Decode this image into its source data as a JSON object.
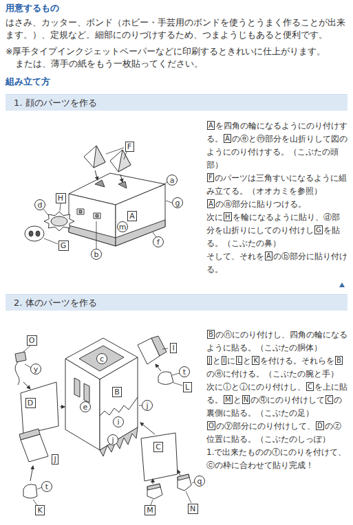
{
  "diagram": {
    "nodes": [
      {
        "text": [
          "1. 顔のパーツを作る"
        ]
      },
      {
        "text": [
          "F"
        ]
      },
      {
        "text": [
          "a"
        ]
      },
      {
        "text": [
          "H"
        ]
      },
      {
        "text": [
          "g"
        ]
      },
      {
        "text": [
          "d"
        ]
      },
      {
        "text": [
          "A"
        ]
      },
      {
        "text": [
          "m"
        ]
      },
      {
        "text": [
          "f"
        ]
      },
      {
        "text": [
          "b"
        ]
      },
      {
        "text": [
          "G"
        ]
      },
      {
        "text": [
          "2. 体のパーツを作る"
        ]
      },
      {
        "text": [
          "O"
        ]
      },
      {
        "text": [
          "I"
        ]
      },
      {
        "text": [
          "c"
        ]
      },
      {
        "text": [
          "y"
        ]
      },
      {
        "text": [
          "t"
        ]
      },
      {
        "text": [
          "L"
        ]
      },
      {
        "text": [
          "D"
        ]
      },
      {
        "text": [
          "B"
        ]
      },
      {
        "text": [
          "e"
        ]
      },
      {
        "text": [
          "j"
        ]
      },
      {
        "text": [
          "i"
        ]
      },
      {
        "text": [
          "j"
        ]
      },
      {
        "text": [
          "C"
        ]
      },
      {
        "text": [
          "J"
        ]
      },
      {
        "text": [
          "q"
        ]
      },
      {
        "text": [
          "t"
        ]
      },
      {
        "text": [
          "M"
        ]
      },
      {
        "text": [
          "N"
        ]
      },
      {
        "text": [
          "K"
        ]
      }
    ],
    "labels": [
      "用意するもの",
      "はさみ、カッター、ボンド（ホビー・手芸用のボンドを使うとうまく作ることが出来ます。）、定規など。細部にのりづけするため、つまようじもあると便利です。",
      "※厚手タイプインクジェットペーパーなどに印刷するときれいに仕上がります。",
      "または、薄手の紙をもう一枚貼ってください。",
      "組み立て方",
      "Aを四角の輪になるようにのり付けする。Aのⓔとⓜ部分を山折りして図のようにのり付けする。（こぶたの頭部）",
      "Fのパーツは三角すいになるように組み立てる。（オオカミを参照）",
      "Aのⓐ部分に貼りつける。",
      "次にHを輪になるように貼り、ⓓ部分を山折りにしてのり付けしGを貼る。（こぶたの鼻）",
      "そして、それをAのⓑ部分に貼り付ける。",
      "Bのⓝにのり付けし、四角の輪になるように貼る。（こぶたの胴体）",
      "JとIにLとKを付ける。それらをBのⓔに付ける。（こぶたの腕と手）",
      "次にⓘとⓙにのり付けし、Cを上に貼る。MとNのⓠにのり付けしてCの裏側に貼る。（こぶたの足）",
      "Oのⓨ部分にのり付けして、Dのⓩ位置に貼る。（こぶたのしっぽ）",
      "1.で出来たもののⓕにのりを付けて、ⓒの枠に合わせて貼り完成！"
    ]
  }
}
